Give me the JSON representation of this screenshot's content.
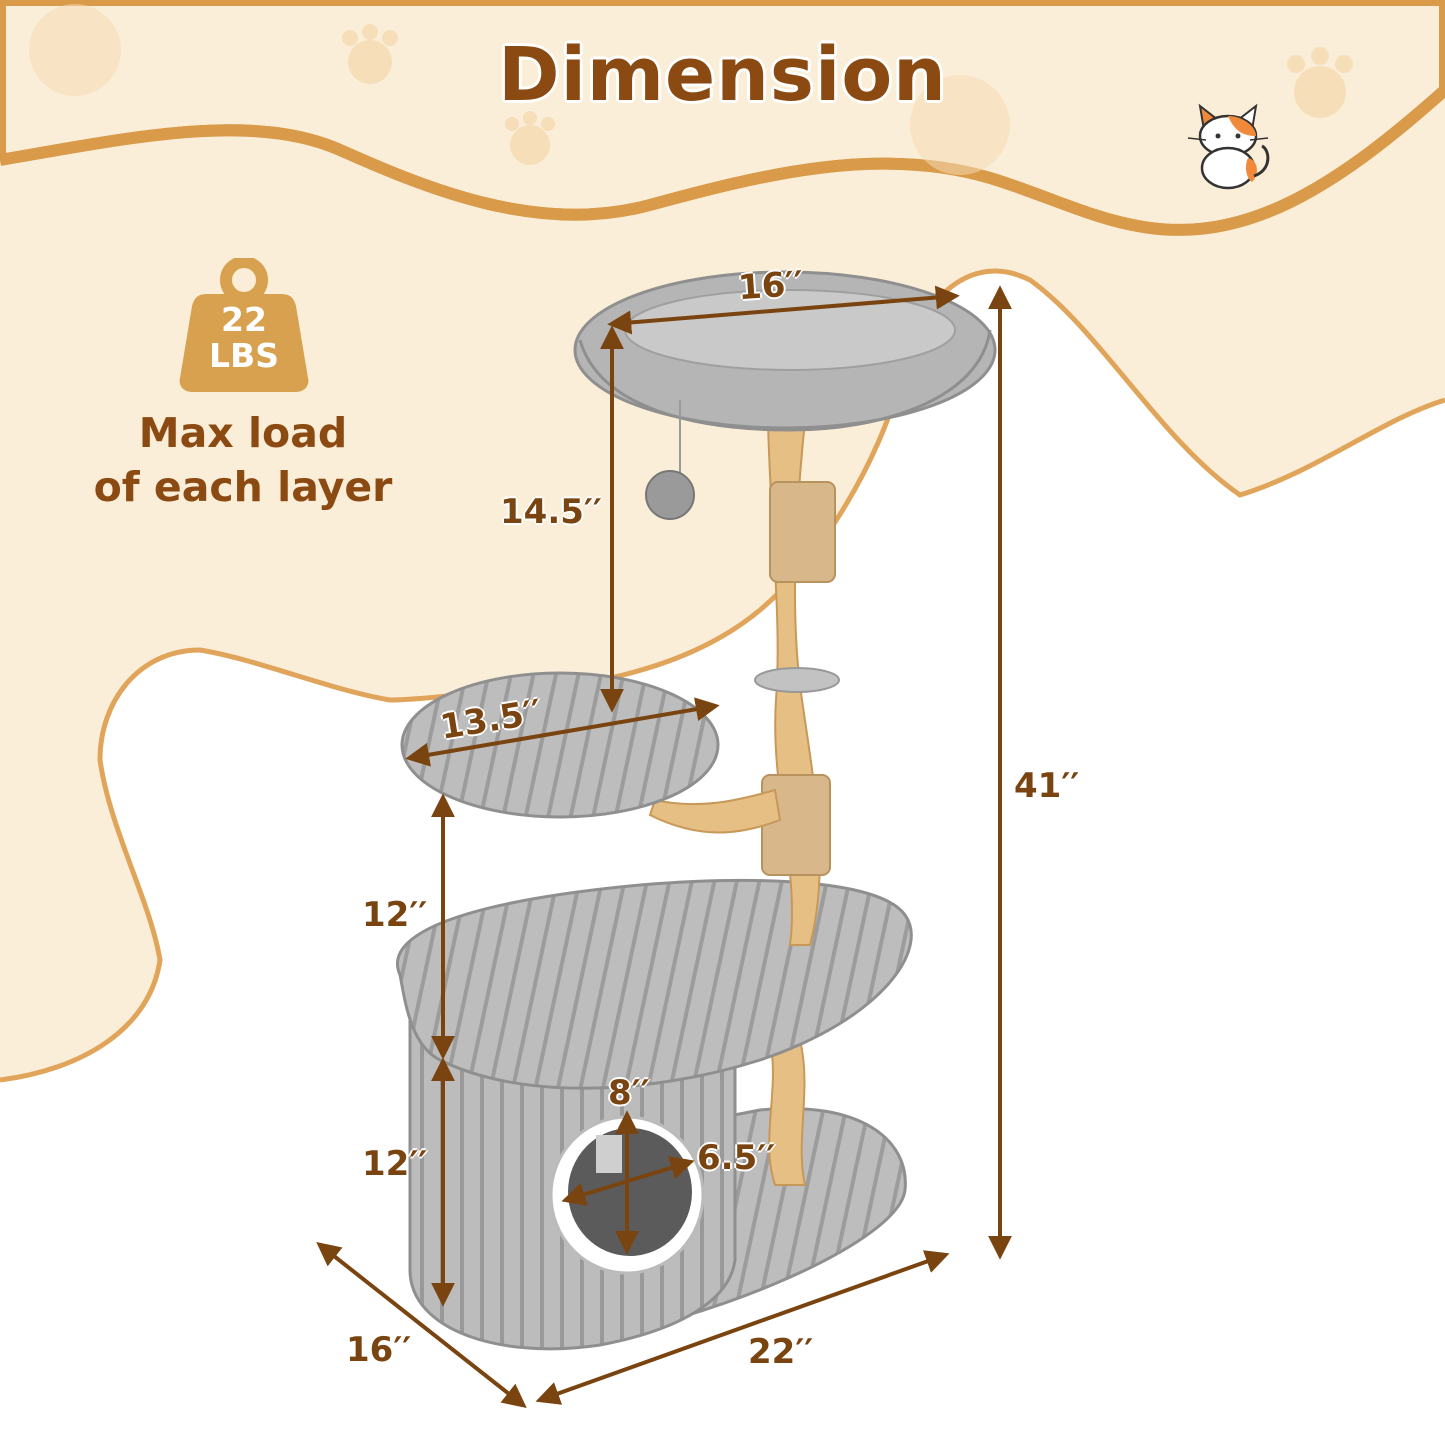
{
  "header": {
    "title": "Dimension"
  },
  "load_badge": {
    "weight_value": "22",
    "weight_unit": "LBS",
    "caption_line1": "Max load",
    "caption_line2": "of each layer"
  },
  "dimensions": {
    "top_perch_width": "16′′",
    "top_to_middle_height": "14.5′′",
    "middle_perch_width": "13.5′′",
    "middle_to_base_height": "12′′",
    "condo_height": "12′′",
    "total_height": "41′′",
    "condo_door_height": "8′′",
    "condo_door_width": "6.5′′",
    "base_depth": "16′′",
    "base_width": "22′′"
  },
  "colors": {
    "cream": "#fbeed8",
    "wave_stroke": "#d99a4a",
    "brown_text": "#8a4a12",
    "badge": "#d7a14f",
    "plush_gray": "#b9b9b9",
    "wood": "#e6bf85"
  },
  "icons": [
    "weight-icon",
    "cat-icon",
    "paw-icon"
  ]
}
